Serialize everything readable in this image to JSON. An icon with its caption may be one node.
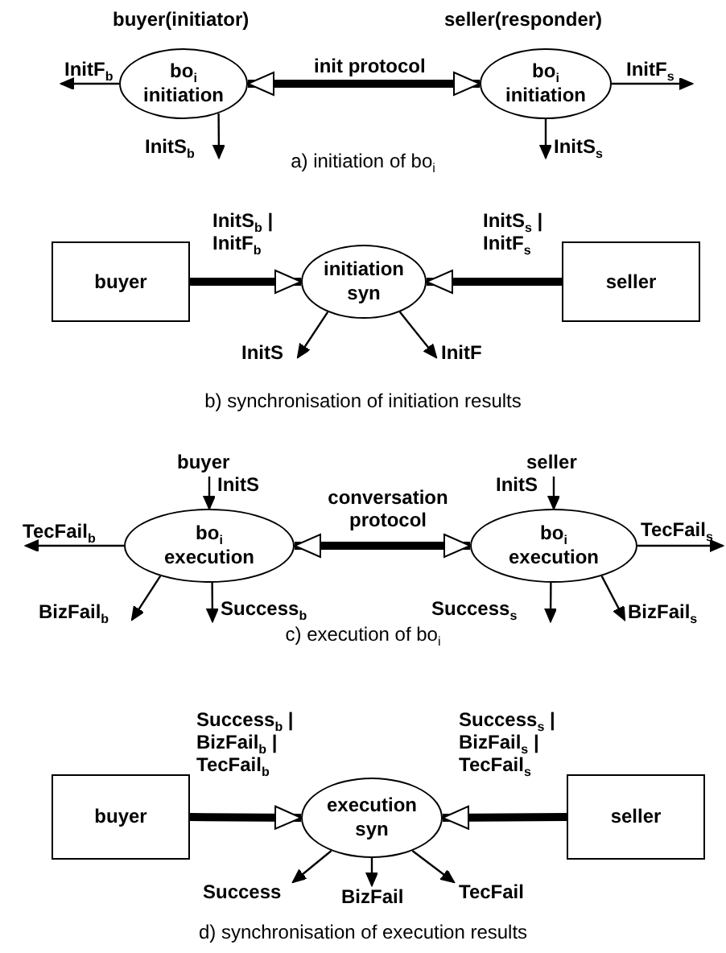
{
  "diagram": {
    "nodes": [
      {
        "text": [
          "bo$_{i}$ initiation"
        ],
        "beside": [
          "buyer(initiator)"
        ]
      },
      {
        "text": [
          "bo$_{i}$ initiation"
        ],
        "beside": [
          "seller(responder)"
        ]
      },
      {
        "text": [
          "buyer"
        ]
      },
      {
        "text": [
          "initiation syn"
        ]
      },
      {
        "text": [
          "seller"
        ]
      },
      {
        "text": [
          "bo$_{i}$ execution"
        ],
        "beside": [
          "buyer"
        ]
      },
      {
        "text": [
          "bo$_{i}$ execution"
        ],
        "beside": [
          "seller"
        ]
      },
      {
        "text": [
          "buyer"
        ]
      },
      {
        "text": [
          "execution syn"
        ]
      },
      {
        "text": [
          "seller"
        ]
      }
    ],
    "edges": [
      {
        "from": 0,
        "to": null,
        "arrow": "to",
        "label": "InitF$_{b}$"
      },
      {
        "from": 0,
        "to": null,
        "arrow": "to",
        "label": "InitS$_{b}$"
      },
      {
        "from": 0,
        "to": 1,
        "arrow": "both",
        "label": "init protocol",
        "style": "thick"
      },
      {
        "from": 1,
        "to": null,
        "arrow": "to",
        "label": "InitF$_{s}$"
      },
      {
        "from": 1,
        "to": null,
        "arrow": "to",
        "label": "InitS$_{s}$"
      },
      {
        "from": 2,
        "to": 3,
        "arrow": "to",
        "label": "InitS$_{b}$ | InitF$_{b}$",
        "style": "thick"
      },
      {
        "from": 4,
        "to": 3,
        "arrow": "to",
        "label": "InitS$_{s}$ | InitF$_{s}$",
        "style": "thick"
      },
      {
        "from": 3,
        "to": null,
        "arrow": "to",
        "label": "InitS"
      },
      {
        "from": 3,
        "to": null,
        "arrow": "to",
        "label": "InitF"
      },
      {
        "from": null,
        "to": 5,
        "arrow": "to",
        "label": "InitS"
      },
      {
        "from": 5,
        "to": null,
        "arrow": "to",
        "label": "TecFail$_{b}$"
      },
      {
        "from": 5,
        "to": null,
        "arrow": "to",
        "label": "BizFail$_{b}$"
      },
      {
        "from": 5,
        "to": null,
        "arrow": "to",
        "label": "Success$_{b}$"
      },
      {
        "from": 5,
        "to": 6,
        "arrow": "both",
        "label": "conversation protocol",
        "style": "thick"
      },
      {
        "from": null,
        "to": 6,
        "arrow": "to",
        "label": "InitS"
      },
      {
        "from": 6,
        "to": null,
        "arrow": "to",
        "label": "TecFail$_{s}$"
      },
      {
        "from": 6,
        "to": null,
        "arrow": "to",
        "label": "Success$_{s}$"
      },
      {
        "from": 6,
        "to": null,
        "arrow": "to",
        "label": "BizFail$_{s}$"
      },
      {
        "from": 7,
        "to": 8,
        "arrow": "to",
        "label": "Success$_{b}$ | BizFail$_{b}$ | TecFail$_{b}$",
        "style": "thick"
      },
      {
        "from": 9,
        "to": 8,
        "arrow": "to",
        "label": "Success$_{s}$ | BizFail$_{s}$ | TecFail$_{s}$",
        "style": "thick"
      },
      {
        "from": 8,
        "to": null,
        "arrow": "to",
        "label": "Success"
      },
      {
        "from": 8,
        "to": null,
        "arrow": "to",
        "label": "BizFail"
      },
      {
        "from": 8,
        "to": null,
        "arrow": "to",
        "label": "TecFail"
      }
    ],
    "labels": [
      "a) initiation of bo$_{i}$",
      "b) synchronisation of initiation results",
      "c) execution of bo$_{i}$",
      "d) synchronisation of execution results"
    ]
  }
}
